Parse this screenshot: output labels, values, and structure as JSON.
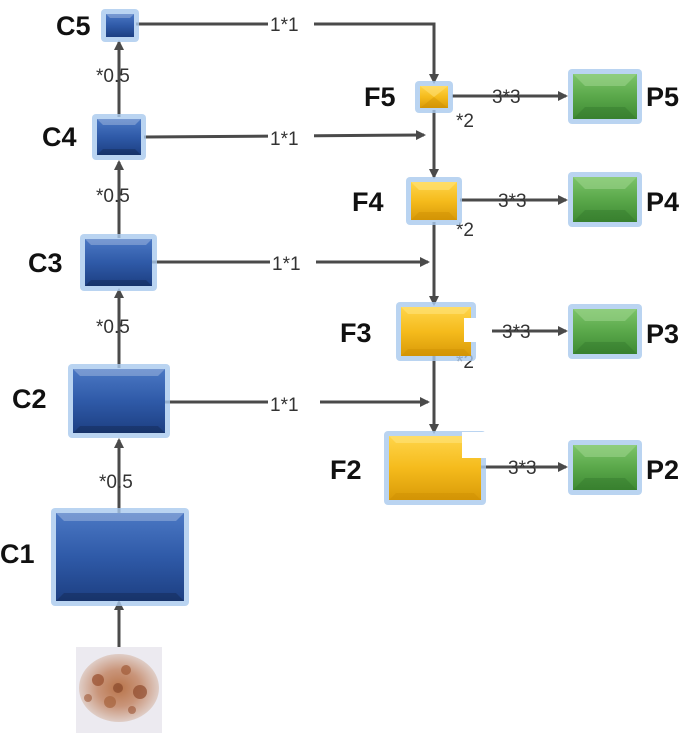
{
  "colors": {
    "blue": "#2f5aa8",
    "blue_dark": "#1d3f82",
    "yellow": "#f5bb1c",
    "yellow_dark": "#d99a08",
    "green": "#5aa84a",
    "green_dark": "#3e8a33",
    "glow": "#a9c9ee",
    "arrow": "#4a4a4a"
  },
  "diagram": {
    "nodes": {
      "C1": "C1",
      "C2": "C2",
      "C3": "C3",
      "C4": "C4",
      "C5": "C5",
      "F2": "F2",
      "F3": "F3",
      "F4": "F4",
      "F5": "F5",
      "P2": "P2",
      "P3": "P3",
      "P4": "P4",
      "P5": "P5"
    },
    "ops": {
      "down": "*0.5",
      "lateral": "1*1",
      "up": "*2",
      "head": "3*3"
    }
  }
}
